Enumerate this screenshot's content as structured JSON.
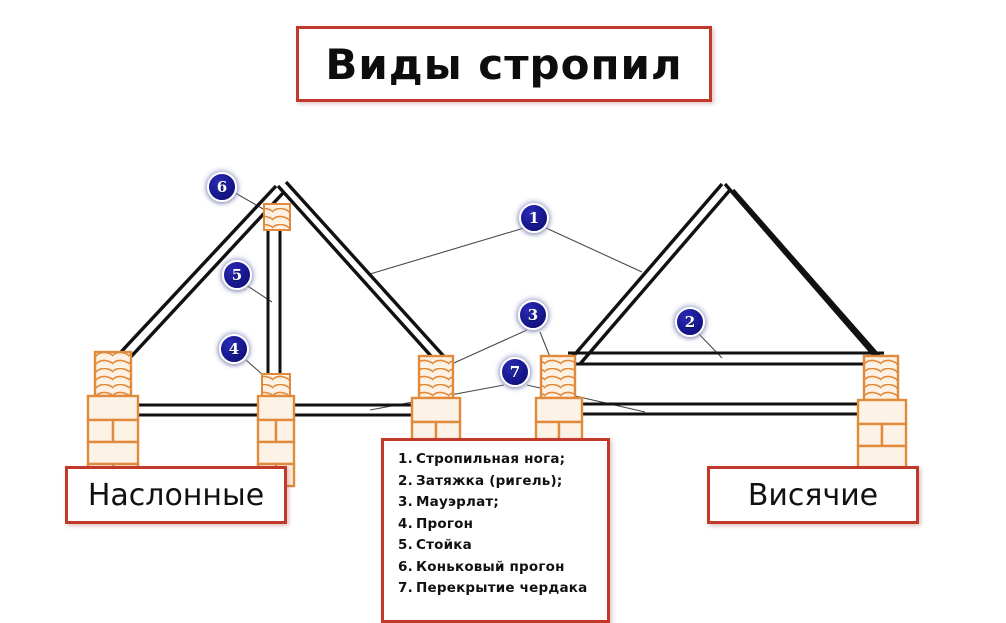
{
  "title": {
    "text": "Виды стропил"
  },
  "labels": {
    "left": "Наслонные",
    "right": "Висячие"
  },
  "legend": {
    "items": [
      {
        "num": "1.",
        "text": "Стропильная нога;"
      },
      {
        "num": "2.",
        "text": "Затяжка (ригель);"
      },
      {
        "num": "3.",
        "text": "Мауэрлат;"
      },
      {
        "num": "4.",
        "text": "Прогон"
      },
      {
        "num": "5.",
        "text": "Стойка"
      },
      {
        "num": "6.",
        "text": "Коньковый прогон"
      },
      {
        "num": "7.",
        "text": "Перекрытие чердака"
      }
    ]
  },
  "markers": [
    {
      "id": "1",
      "label": "1"
    },
    {
      "id": "2",
      "label": "2"
    },
    {
      "id": "3",
      "label": "3"
    },
    {
      "id": "4",
      "label": "4"
    },
    {
      "id": "5",
      "label": "5"
    },
    {
      "id": "6",
      "label": "6"
    },
    {
      "id": "7",
      "label": "7"
    }
  ],
  "colors": {
    "frame_red": "#c0392b",
    "marker_blue": "#17178f",
    "brick_outline": "#e08a3c",
    "brick_fill": "#fdf2e6",
    "timber_black": "#111111",
    "background": "#ffffff"
  }
}
